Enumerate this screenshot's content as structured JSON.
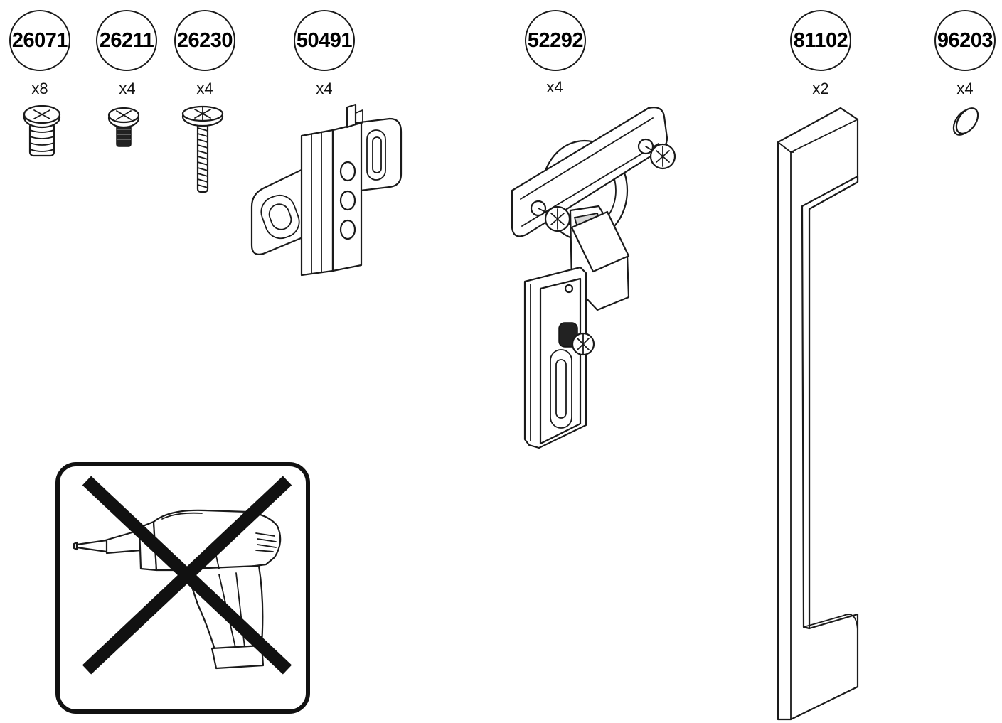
{
  "parts": [
    {
      "code": "26071",
      "qty": "x8",
      "icon": "cam-bolt-icon"
    },
    {
      "code": "26211",
      "qty": "x4",
      "icon": "short-screw-icon"
    },
    {
      "code": "26230",
      "qty": "x4",
      "icon": "long-screw-icon"
    },
    {
      "code": "50491",
      "qty": "x4",
      "icon": "hinge-mounting-plate-icon"
    },
    {
      "code": "52292",
      "qty": "x4",
      "icon": "concealed-hinge-icon"
    },
    {
      "code": "81102",
      "qty": "x2",
      "icon": "door-handle-icon"
    },
    {
      "code": "96203",
      "qty": "x4",
      "icon": "cover-cap-icon"
    }
  ],
  "warning": {
    "icon": "no-power-drill-icon"
  },
  "colors": {
    "line": "#1a1a1a",
    "background": "#ffffff"
  }
}
